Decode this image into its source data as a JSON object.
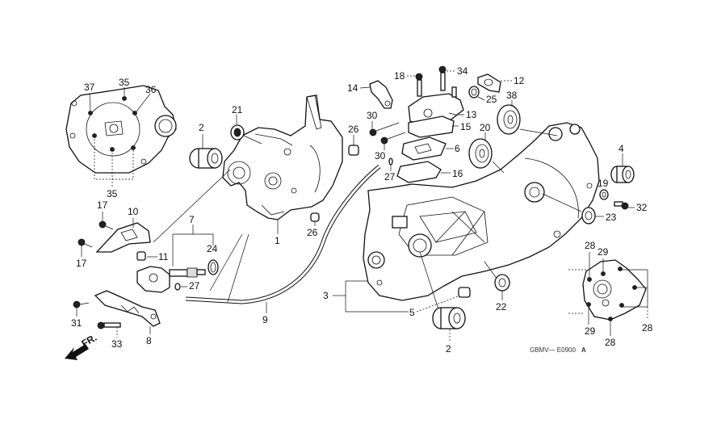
{
  "diagram": {
    "title": "Crankcase exploded parts diagram",
    "drawing_code": "GBMV— E0900",
    "revision_mark": "A",
    "direction_marker": "FR.",
    "callouts": {
      "c1": "1",
      "c2a": "2",
      "c2b": "2",
      "c3": "3",
      "c4": "4",
      "c5": "5",
      "c6": "6",
      "c7": "7",
      "c8": "8",
      "c9": "9",
      "c10": "10",
      "c11": "11",
      "c12": "12",
      "c13": "13",
      "c14": "14",
      "c15": "15",
      "c16": "16",
      "c17a": "17",
      "c17b": "17",
      "c18": "18",
      "c19": "19",
      "c20": "20",
      "c21": "21",
      "c22": "22",
      "c23": "23",
      "c24": "24",
      "c25": "25",
      "c26a": "26",
      "c26b": "26",
      "c27a": "27",
      "c27b": "27",
      "c28a": "28",
      "c28b": "28",
      "c28c": "28",
      "c29a": "29",
      "c29b": "29",
      "c30a": "30",
      "c30b": "30",
      "c31": "31",
      "c32": "32",
      "c33": "33",
      "c34": "34",
      "c35a": "35",
      "c35b": "35",
      "c36": "36",
      "c37": "37",
      "c38": "38"
    }
  }
}
